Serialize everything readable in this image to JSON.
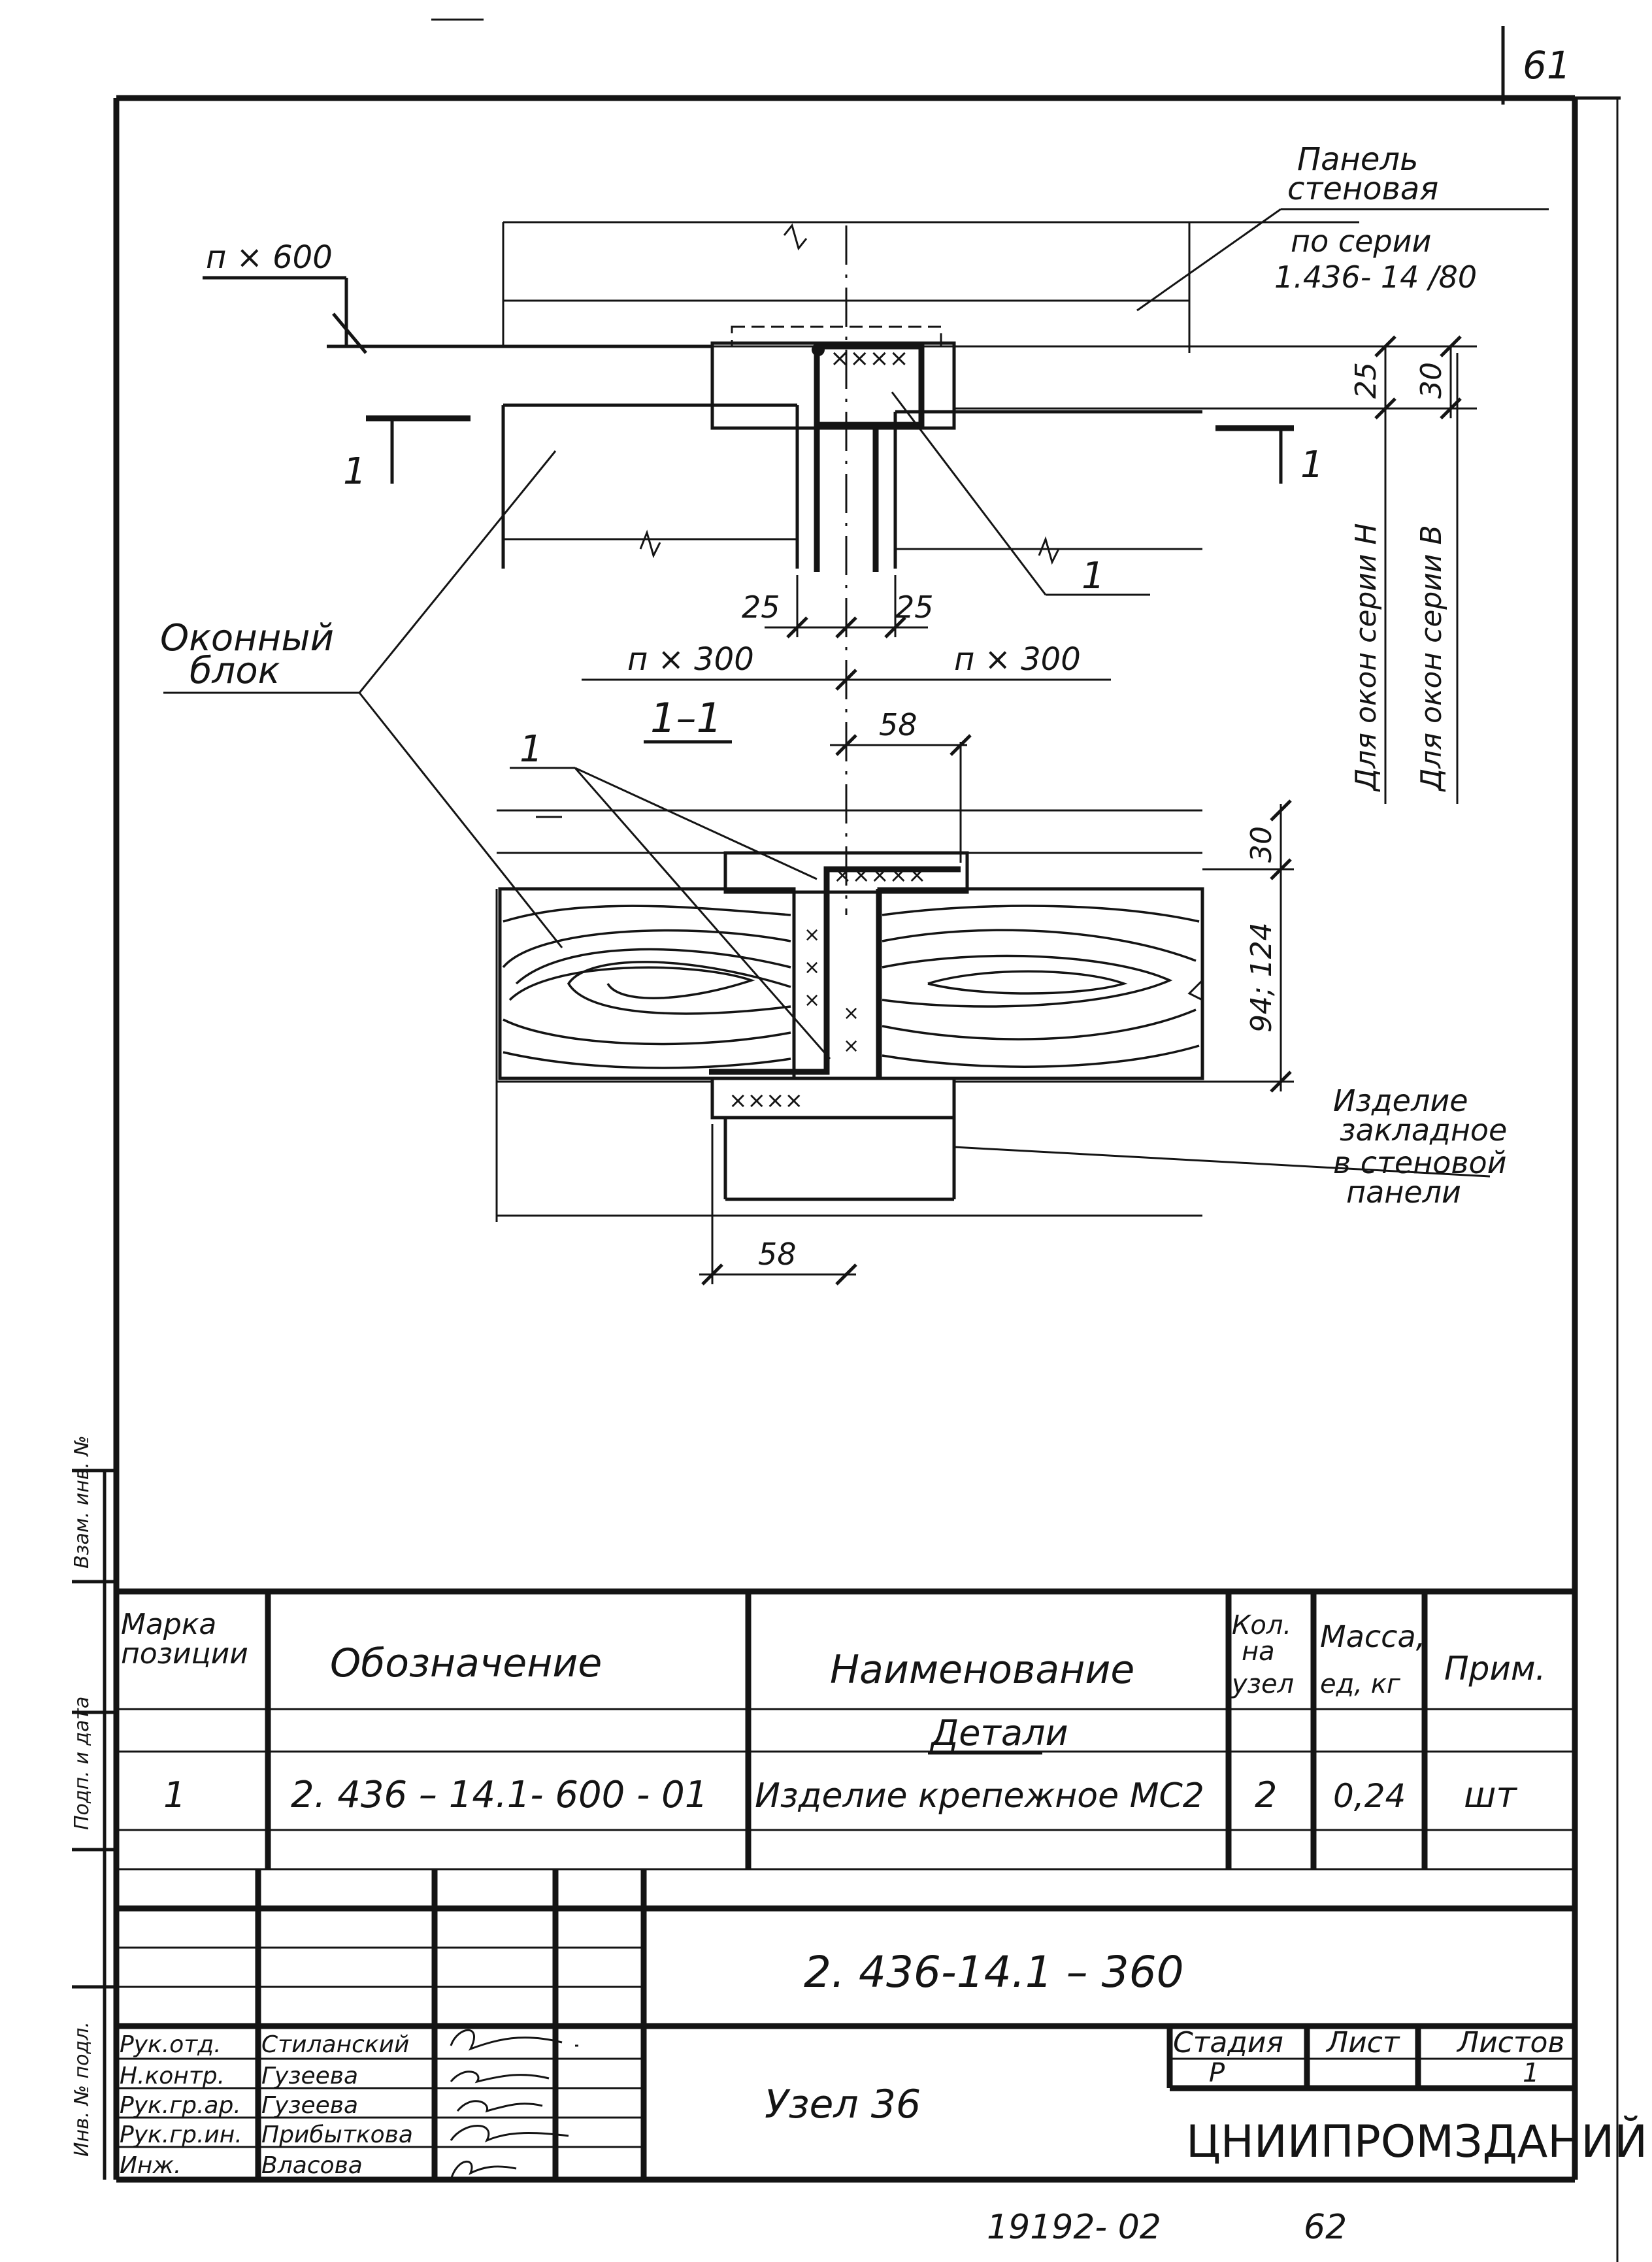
{
  "page_number": "61",
  "drawing": {
    "dim_n600": "п × 600",
    "panel_label": [
      "Панель",
      "стеновая",
      "по серии",
      "1.436- 14 /80"
    ],
    "section_mark": "1",
    "window_label": [
      "Оконный",
      "блок"
    ],
    "dim_25_left": "25",
    "dim_25_right": "25",
    "dim_n300_left": "п × 300",
    "dim_n300_right": "п × 300",
    "leader_pos_1": "1",
    "dim_25_v": "25",
    "dim_30_v": "30",
    "for_windows_h": "Для окон серии Н",
    "for_windows_b": "Для окон серии В",
    "section_title": "1–1",
    "dim_58_top": "58",
    "dim_58_bottom": "58",
    "dim_30_sec": "30",
    "dim_94_124": "94; 124",
    "embedded_label": [
      "Изделие",
      "закладное",
      "в стеновой",
      "панели"
    ]
  },
  "spec_table": {
    "headers": {
      "mark": [
        "Марка",
        "позиции"
      ],
      "designation": "Обозначение",
      "name": "Наименование",
      "qty": [
        "Кол.",
        "на",
        "узел"
      ],
      "mass": [
        "Масса,",
        "ед, кг"
      ],
      "note": "Прим."
    },
    "section_header": "Детали",
    "rows": [
      {
        "mark": "1",
        "designation": "2. 436 – 14.1- 600 - 01",
        "name": "Изделие крепежное  МС2",
        "qty": "2",
        "mass": "0,24",
        "note": "шт"
      }
    ]
  },
  "title_block": {
    "doc_code": "2. 436-14.1 – 360",
    "title": "Узел 36",
    "roles": [
      "Рук.отд.",
      "Н.контр.",
      "Рук.гр.ар.",
      "Рук.гр.ин.",
      "Инж."
    ],
    "names": [
      "Стиланский",
      "Гузеева",
      "Гузеева",
      "Прибыткова",
      "Власова"
    ],
    "stage_label": "Стадия",
    "sheet_label": "Лист",
    "sheets_label": "Листов",
    "stage": "Р",
    "sheets": "1",
    "organization": "ЦНИИПРОМЗДАНИЙ"
  },
  "footer": {
    "number": "19192- 02",
    "page": "62"
  },
  "margin_labels": [
    "Инв. № подл.",
    "Подп. и дата",
    "Взам. инв. №"
  ]
}
